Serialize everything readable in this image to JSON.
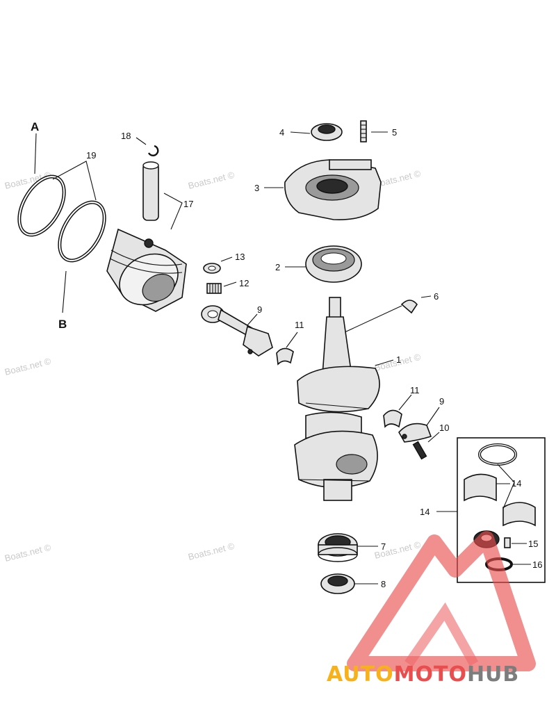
{
  "watermark": "Boats.net ©",
  "callouts": {
    "A": "A",
    "B": "B",
    "c1": "1",
    "c2": "2",
    "c3": "3",
    "c4": "4",
    "c5": "5",
    "c6": "6",
    "c7": "7",
    "c8": "8",
    "c9a": "9",
    "c9b": "9",
    "c10": "10",
    "c11a": "11",
    "c11b": "11",
    "c12": "12",
    "c13": "13",
    "c14a": "14",
    "c14b": "14",
    "c15": "15",
    "c16": "16",
    "c17": "17",
    "c18": "18",
    "c19": "19"
  },
  "logo": {
    "part1": "AUTO",
    "part2": "MOTO",
    "part3": "HUB"
  },
  "colors": {
    "logo_red": "#e94d4d",
    "logo_yellow": "#f7b21b",
    "logo_gray": "#7d7d7d",
    "watermark": "#c9c9c9"
  }
}
